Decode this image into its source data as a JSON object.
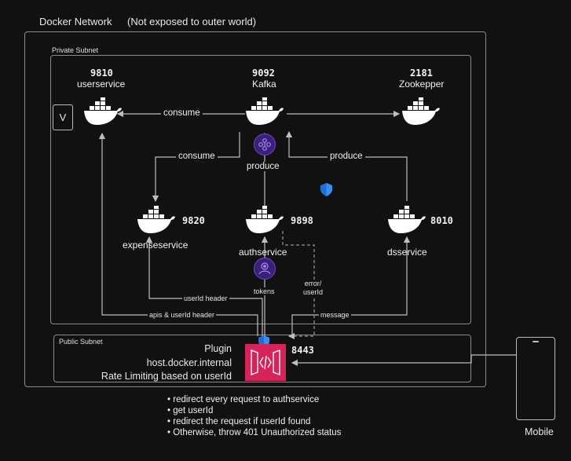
{
  "outer": {
    "title": "Docker Network",
    "note": "(Not exposed to outer world)"
  },
  "private": {
    "label": "Private Subnet"
  },
  "public": {
    "label": "Public Subnet",
    "plugin_lines": [
      "Plugin",
      "host.docker.internal",
      "Rate Limiting based on userId"
    ],
    "port": "8443"
  },
  "services": {
    "userservice": {
      "port": "9810",
      "name": "userservice"
    },
    "kafka": {
      "port": "9092",
      "name": "Kafka"
    },
    "zookeeper": {
      "port": "2181",
      "name": "Zookepper"
    },
    "expenseservice": {
      "port": "9820",
      "name": "expenseservice"
    },
    "authservice": {
      "port": "9898",
      "name": "authservice"
    },
    "dsservice": {
      "port": "8010",
      "name": "dsservice"
    }
  },
  "v_box": "V",
  "edges": {
    "consume_top": "consume",
    "consume_left": "consume",
    "produce_mid": "produce",
    "produce_right": "produce",
    "tokens": "tokens",
    "error_userid": [
      "error/",
      "userId"
    ],
    "userid_header": "userId header",
    "apis_header": "apis & userId header",
    "message": "message"
  },
  "notes": [
    "redirect every request to authservice",
    "get userId",
    "redirect the request if userId found",
    "Otherwise, throw 401 Unauthorized status"
  ],
  "mobile": "Mobile",
  "icons": {
    "docker": "docker-whale-icon",
    "kafka_logo": "kafka-icon",
    "auth_logo": "auth-token-icon",
    "shield": "shield-icon",
    "gateway": "api-gateway-icon",
    "phone": "mobile-phone-icon"
  },
  "colors": {
    "background": "#111111",
    "docker": "#ffffff",
    "gateway": "#d6245a",
    "shield": "#1f6fd6",
    "purple": "#3b1f7a"
  }
}
